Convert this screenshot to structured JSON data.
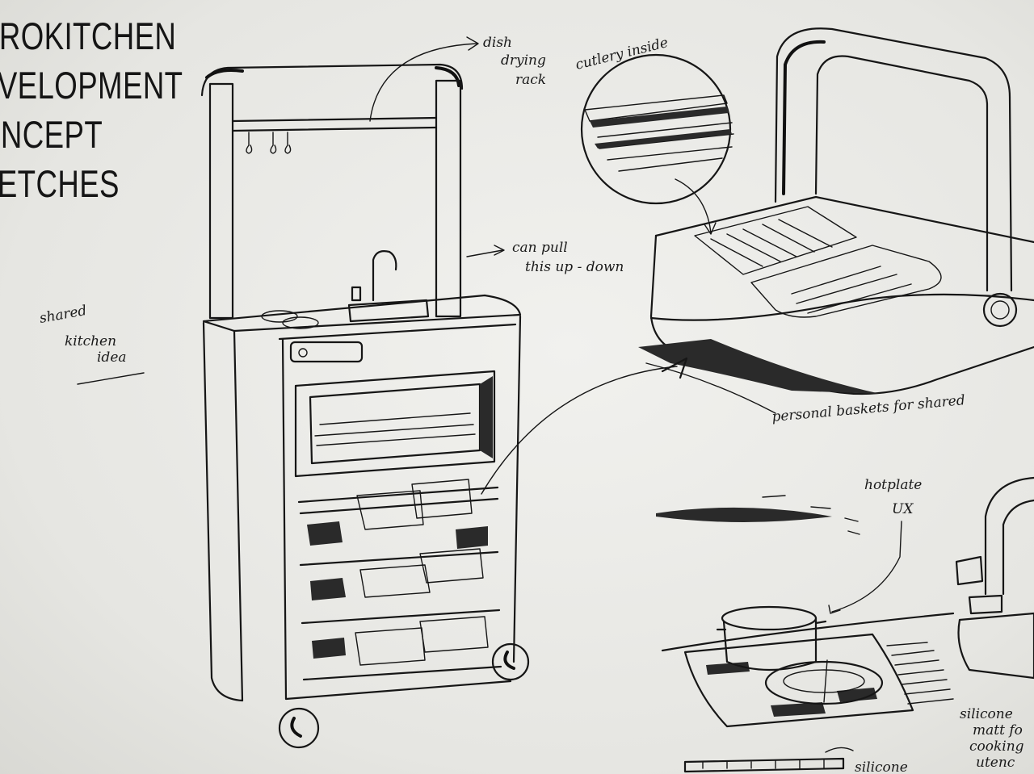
{
  "title_lines": [
    "CROKITCHEN",
    "EVELOPMENT",
    "ONCEPT",
    "KETCHES"
  ],
  "notes": {
    "dish_drying": [
      "dish",
      "drying",
      "rack"
    ],
    "cutlery": "cutlery inside",
    "pull": [
      "can pull",
      "this up - down"
    ],
    "shared": [
      "shared",
      "kitchen",
      "idea"
    ],
    "baskets": "personal baskets for shared",
    "hotplate": [
      "hotplate",
      "UX"
    ],
    "silicone_matt": [
      "silicone",
      "matt fo",
      "cooking",
      "utenc"
    ],
    "silicone": "silicone"
  }
}
